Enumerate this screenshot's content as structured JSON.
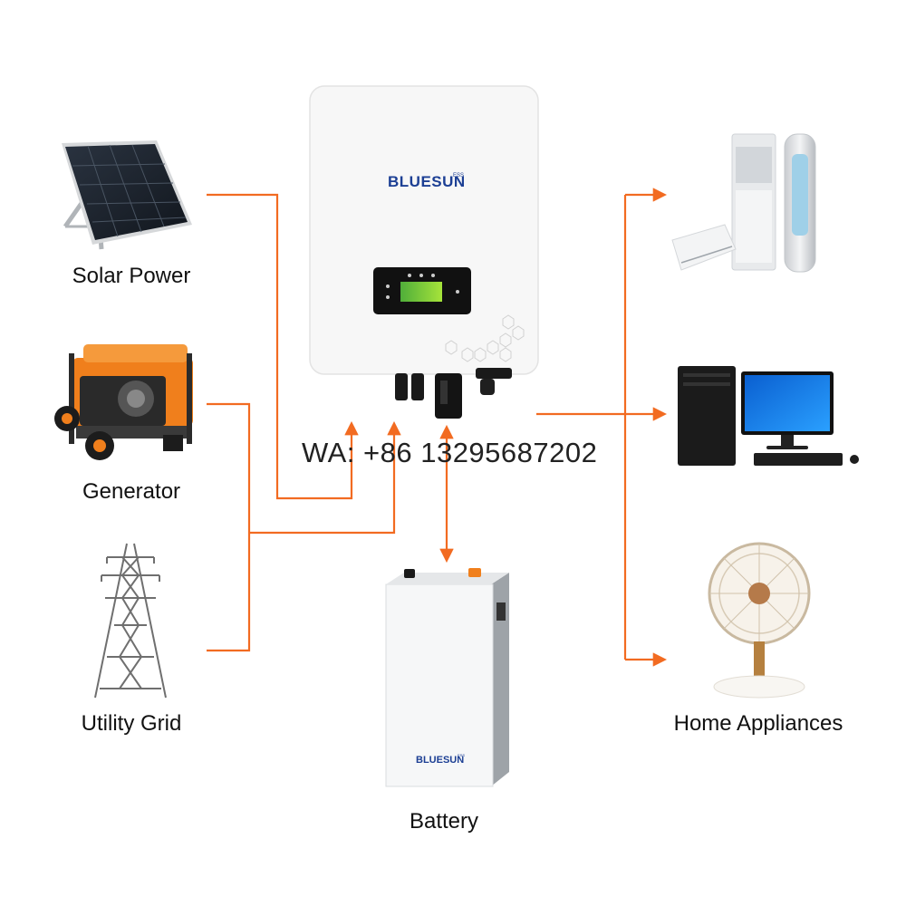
{
  "labels": {
    "solar": "Solar Power",
    "generator": "Generator",
    "grid": "Utility Grid",
    "battery": "Battery",
    "appliances": "Home Appliances"
  },
  "watermark": "WA: +86 13295687202",
  "brand": {
    "inverter_logo": "BLUESUN",
    "inverter_logo_sup": "ESS",
    "battery_logo": "BLUESUN",
    "battery_logo_sup": "ESS"
  },
  "colors": {
    "flow_line": "#f26b21",
    "brand_blue": "#1c3f94",
    "brand_orange": "#f58220",
    "lcd_green": "#8fdc2a"
  },
  "icons": [
    "solar-panel-icon",
    "generator-icon",
    "power-tower-icon",
    "inverter-device",
    "battery-device",
    "air-conditioner-icon",
    "desktop-computer-icon",
    "desk-fan-icon"
  ]
}
